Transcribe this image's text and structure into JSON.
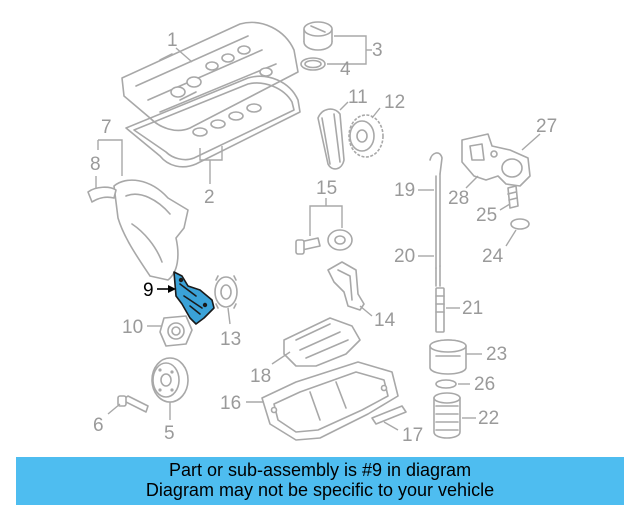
{
  "callouts": {
    "c1": "1",
    "c2": "2",
    "c3": "3",
    "c4": "4",
    "c5": "5",
    "c6": "6",
    "c7": "7",
    "c8": "8",
    "c9": "9",
    "c10": "10",
    "c11": "11",
    "c12": "12",
    "c13": "13",
    "c14": "14",
    "c15": "15",
    "c16": "16",
    "c17": "17",
    "c18": "18",
    "c19": "19",
    "c20": "20",
    "c21": "21",
    "c22": "22",
    "c23": "23",
    "c24": "24",
    "c25": "25",
    "c26": "26",
    "c27": "27",
    "c28": "28"
  },
  "highlighted_part": "9",
  "banner": {
    "line1": "Part or sub-assembly is #9 in diagram",
    "line2": "Diagram may not be specific to your vehicle"
  },
  "colors": {
    "highlight": "#3aa2d8",
    "banner_bg": "#4ebdf0",
    "line_gray": "#a8a8a8"
  }
}
